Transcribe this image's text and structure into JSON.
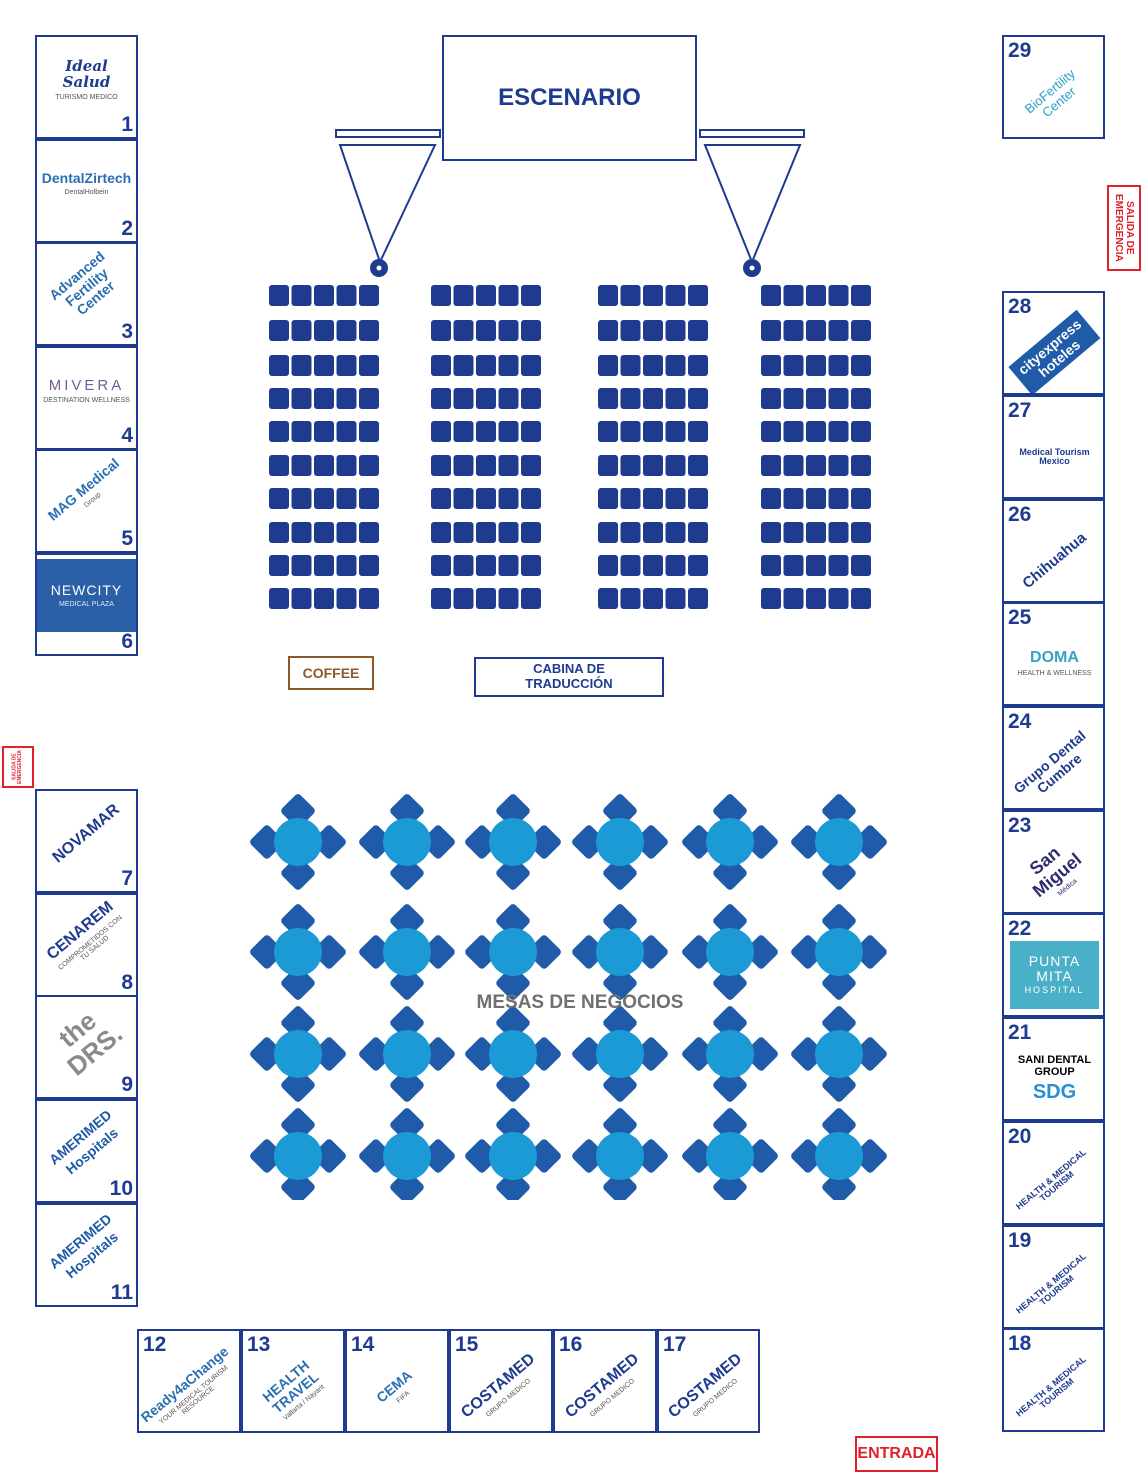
{
  "stage": {
    "label": "ESCENARIO"
  },
  "coffee": {
    "label": "COFFEE"
  },
  "cabina": {
    "label": "CABINA DE TRADUCCIÓN"
  },
  "tables_area": {
    "label": "MESAS DE NEGOCIOS"
  },
  "entrance": {
    "label": "ENTRADA"
  },
  "emergency_exit": {
    "label": "SALIDA DE EMERGENCIA"
  },
  "colors": {
    "navy": "#1f3b8f",
    "seat": "#1f3b8f",
    "table": "#1b9ad6",
    "table_chair": "#1f5ba8",
    "red": "#e0202a",
    "coffee": "#8a5a2b"
  },
  "booths": [
    {
      "num": "1",
      "name": "Ideal Salud",
      "sub": "TURISMO MEDICO"
    },
    {
      "num": "2",
      "name": "DentalZirtech",
      "sub": "DentalHolbein"
    },
    {
      "num": "3",
      "name": "Advanced Fertility Center",
      "sub": ""
    },
    {
      "num": "4",
      "name": "MIVERA",
      "sub": "DESTINATION WELLNESS"
    },
    {
      "num": "5",
      "name": "MAG Medical",
      "sub": "Group"
    },
    {
      "num": "6",
      "name": "NEWCITY",
      "sub": "MEDICAL PLAZA"
    },
    {
      "num": "7",
      "name": "NOVAMAR",
      "sub": ""
    },
    {
      "num": "8",
      "name": "CENAREM",
      "sub": "COMPROMETIDOS CON TU SALUD"
    },
    {
      "num": "9",
      "name": "the DRS.",
      "sub": ""
    },
    {
      "num": "10",
      "name": "AMERIMED",
      "sub": "Hospitals"
    },
    {
      "num": "11",
      "name": "AMERIMED",
      "sub": "Hospitals"
    },
    {
      "num": "12",
      "name": "Ready4aChange",
      "sub": "YOUR MEDICAL TOURISM RESOURCE"
    },
    {
      "num": "13",
      "name": "HEALTH TRAVEL",
      "sub": "Vallarta / Nayarit"
    },
    {
      "num": "14",
      "name": "CEMA",
      "sub": "FIFA"
    },
    {
      "num": "15",
      "name": "COSTAMED",
      "sub": "GRUPO MEDICO"
    },
    {
      "num": "16",
      "name": "COSTAMED",
      "sub": "GRUPO MEDICO"
    },
    {
      "num": "17",
      "name": "COSTAMED",
      "sub": "GRUPO MEDICO"
    },
    {
      "num": "18",
      "name": "HEALTH & MEDICAL TOURISM",
      "sub": ""
    },
    {
      "num": "19",
      "name": "HEALTH & MEDICAL TOURISM",
      "sub": ""
    },
    {
      "num": "20",
      "name": "HEALTH & MEDICAL TOURISM",
      "sub": ""
    },
    {
      "num": "21",
      "name": "SANI DENTAL GROUP",
      "sub": "SDG"
    },
    {
      "num": "22",
      "name": "PUNTA MITA",
      "sub": "HOSPITAL"
    },
    {
      "num": "23",
      "name": "San Miguel",
      "sub": "Médica"
    },
    {
      "num": "24",
      "name": "Grupo Dental Cumbre",
      "sub": ""
    },
    {
      "num": "25",
      "name": "DOMA",
      "sub": "HEALTH & WELLNESS"
    },
    {
      "num": "26",
      "name": "Chihuahua",
      "sub": ""
    },
    {
      "num": "27",
      "name": "Medical Tourism Mexico",
      "sub": ""
    },
    {
      "num": "28",
      "name": "cityexpress hoteles",
      "sub": ""
    },
    {
      "num": "29",
      "name": "BioFertility Center",
      "sub": ""
    }
  ]
}
